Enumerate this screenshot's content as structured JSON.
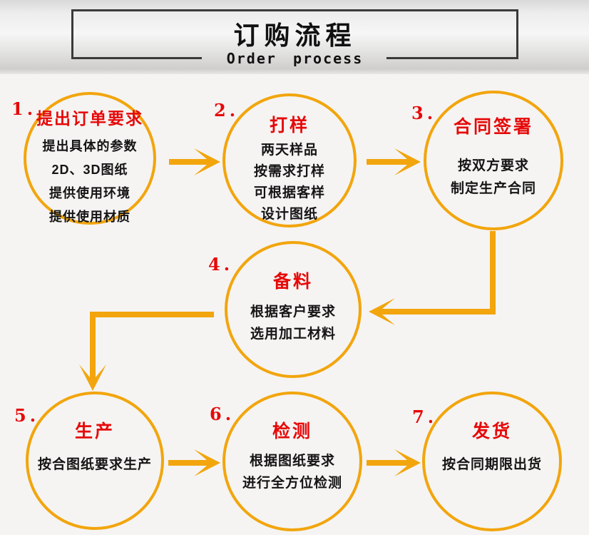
{
  "header": {
    "title": "订购流程",
    "subtitle": "Order process"
  },
  "colors": {
    "accent": "#F2A50D",
    "red": "#E60909",
    "frame": "#3A3A3A",
    "ink": "#151515"
  },
  "steps": [
    {
      "number": "1.",
      "title": "提出订单要求",
      "lines": [
        "提出具体的参数",
        "2D、3D图纸",
        "提供使用环境",
        "提供使用材质"
      ]
    },
    {
      "number": "2.",
      "title": "打样",
      "lines": [
        "两天样品",
        "按需求打样",
        "可根据客样",
        "设计图纸"
      ]
    },
    {
      "number": "3.",
      "title": "合同签署",
      "lines": [
        "按双方要求",
        "制定生产合同"
      ]
    },
    {
      "number": "4.",
      "title": "备料",
      "lines": [
        "根据客户要求",
        "选用加工材料"
      ]
    },
    {
      "number": "5.",
      "title": "生产",
      "lines": [
        "按合图纸要求生产"
      ]
    },
    {
      "number": "6.",
      "title": "检测",
      "lines": [
        "根据图纸要求",
        "进行全方位检测"
      ]
    },
    {
      "number": "7.",
      "title": "发货",
      "lines": [
        "按合同期限出货"
      ]
    }
  ]
}
